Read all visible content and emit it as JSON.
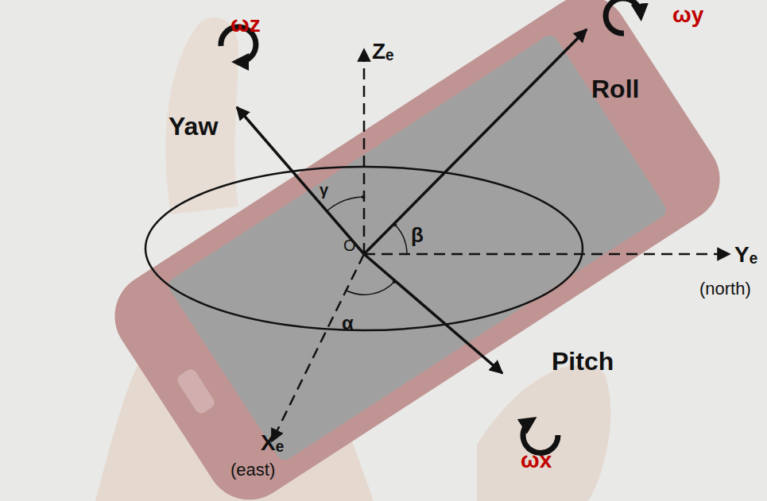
{
  "diagram": {
    "labels": [
      "ωz",
      "Zₑ",
      "ωy",
      "Yaw",
      "Roll",
      "γ",
      "β",
      "O",
      "Yₑ",
      "(north)",
      "α",
      "Xₑ",
      "(east)",
      "Pitch",
      "ωx"
    ]
  }
}
